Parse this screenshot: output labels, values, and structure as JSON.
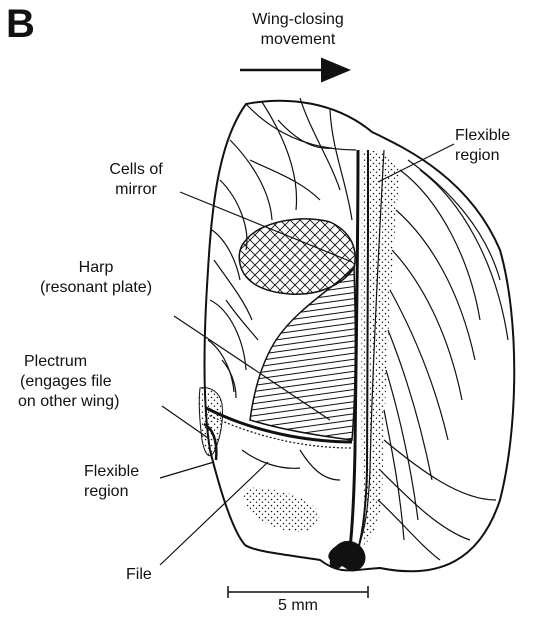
{
  "panel": {
    "letter": "B"
  },
  "movement": {
    "line1": "Wing-closing",
    "line2": "movement"
  },
  "labels": {
    "flexible_region_top": {
      "line1": "Flexible",
      "line2": "region"
    },
    "cells_of_mirror": {
      "line1": "Cells of",
      "line2": "mirror"
    },
    "harp": {
      "line1": "Harp",
      "line2": "(resonant plate)"
    },
    "plectrum": {
      "line1": "Plectrum",
      "line2": "(engages file",
      "line3": "on other wing)"
    },
    "flexible_region_bottom": {
      "line1": "Flexible",
      "line2": "region"
    },
    "file": "File"
  },
  "scale_bar": {
    "label": "5 mm"
  },
  "colors": {
    "ink": "#111111",
    "background": "#ffffff"
  }
}
